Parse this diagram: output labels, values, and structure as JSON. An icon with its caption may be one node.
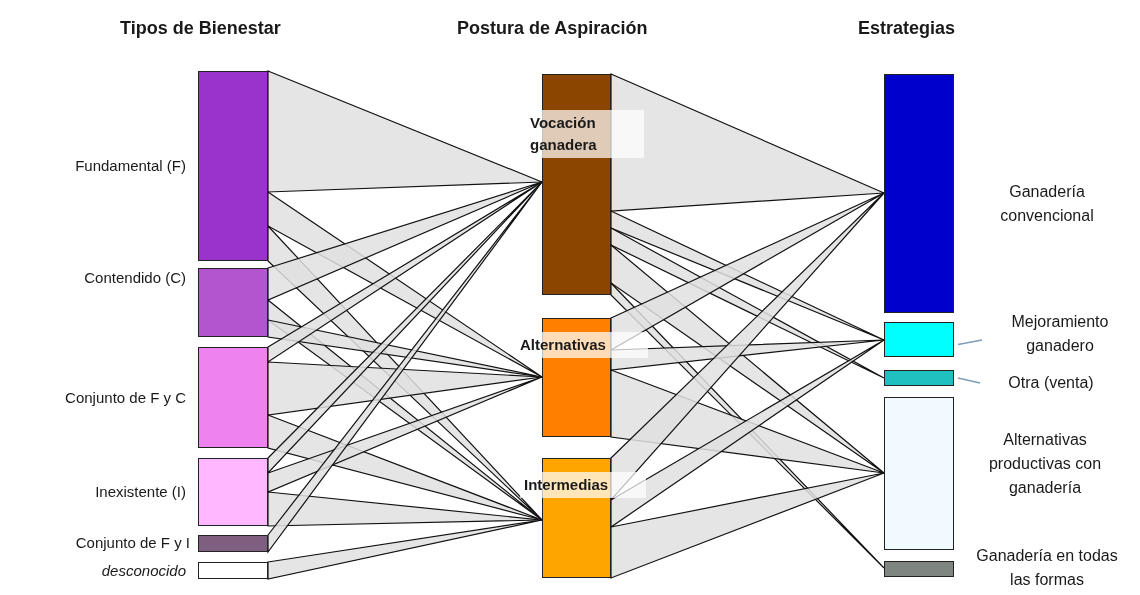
{
  "diagram": {
    "nodes": [
      {
        "text": [],
        "shape": "bar",
        "beside": [
          "Fundamental (F)"
        ]
      },
      {
        "text": [],
        "shape": "bar",
        "beside": [
          "Contendido (C)"
        ]
      },
      {
        "text": [],
        "shape": "bar",
        "beside": [
          "Conjunto de F y C"
        ]
      },
      {
        "text": [],
        "shape": "bar",
        "beside": [
          "Inexistente (I)"
        ]
      },
      {
        "text": [],
        "shape": "bar",
        "beside": [
          "Conjunto de F y I"
        ]
      },
      {
        "text": [],
        "shape": "bar",
        "beside": [
          "desconocido"
        ]
      },
      {
        "text": [
          "Vocación ganadera"
        ]
      },
      {
        "text": [
          "Alternativas"
        ]
      },
      {
        "text": [
          "Intermedias"
        ]
      },
      {
        "text": [],
        "shape": "bar",
        "beside": [
          "Ganadería convencional"
        ]
      },
      {
        "text": [],
        "shape": "bar"
      },
      {
        "text": [],
        "shape": "bar"
      },
      {
        "text": [],
        "shape": "bar",
        "beside": [
          "Alternativas productivas con ganadería"
        ]
      },
      {
        "text": [],
        "shape": "bar",
        "beside": [
          "Ganadería en todas las formas"
        ]
      },
      {
        "text": [
          "Mejoramiento ganadero"
        ]
      },
      {
        "text": [
          "Otra (venta)"
        ]
      }
    ],
    "edges": [
      {
        "from": 0,
        "to": 6,
        "arrow": "none"
      },
      {
        "from": 0,
        "to": 7,
        "arrow": "none"
      },
      {
        "from": 0,
        "to": 8,
        "arrow": "none"
      },
      {
        "from": 1,
        "to": 6,
        "arrow": "none"
      },
      {
        "from": 1,
        "to": 8,
        "arrow": "none"
      },
      {
        "from": 1,
        "to": 7,
        "arrow": "none"
      },
      {
        "from": 2,
        "to": 6,
        "arrow": "none"
      },
      {
        "from": 2,
        "to": 7,
        "arrow": "none"
      },
      {
        "from": 2,
        "to": 8,
        "arrow": "none"
      },
      {
        "from": 3,
        "to": 6,
        "arrow": "none"
      },
      {
        "from": 3,
        "to": 7,
        "arrow": "none"
      },
      {
        "from": 3,
        "to": 8,
        "arrow": "none"
      },
      {
        "from": 4,
        "to": 6,
        "arrow": "none"
      },
      {
        "from": 5,
        "to": 8,
        "arrow": "none"
      },
      {
        "from": 6,
        "to": 9,
        "arrow": "none"
      },
      {
        "from": 6,
        "to": 10,
        "arrow": "none"
      },
      {
        "from": 6,
        "to": 11,
        "arrow": "none"
      },
      {
        "from": 6,
        "to": 12,
        "arrow": "none"
      },
      {
        "from": 6,
        "to": 13,
        "arrow": "none"
      },
      {
        "from": 7,
        "to": 9,
        "arrow": "none"
      },
      {
        "from": 7,
        "to": 10,
        "arrow": "none"
      },
      {
        "from": 7,
        "to": 12,
        "arrow": "none"
      },
      {
        "from": 8,
        "to": 9,
        "arrow": "none"
      },
      {
        "from": 8,
        "to": 10,
        "arrow": "none"
      },
      {
        "from": 8,
        "to": 12,
        "arrow": "none"
      },
      {
        "from": 14,
        "to": 10,
        "arrow": "none",
        "color": "#7f9db9"
      },
      {
        "from": 15,
        "to": 11,
        "arrow": "none",
        "color": "#7f9db9"
      }
    ],
    "labels": [
      "Tipos de Bienestar",
      "Postura de Aspiración",
      "Estrategias"
    ]
  }
}
